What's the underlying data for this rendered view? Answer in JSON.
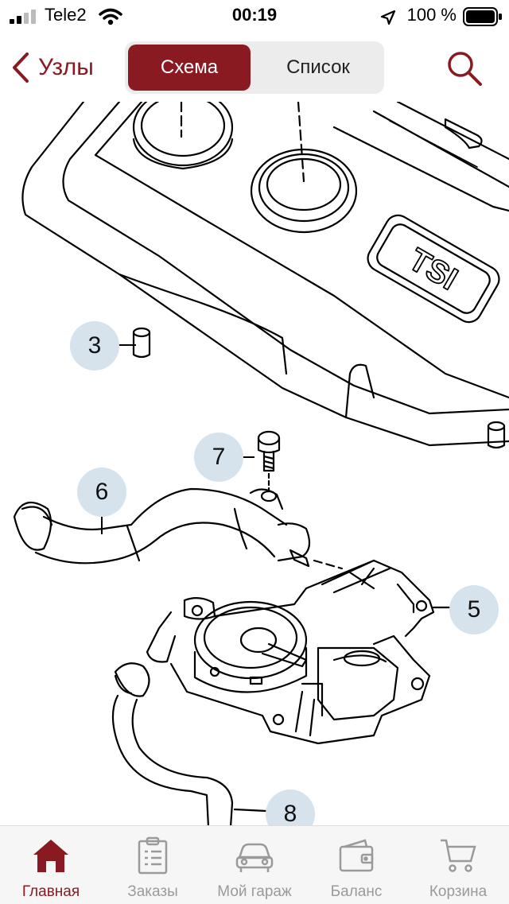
{
  "status_bar": {
    "carrier": "Tele2",
    "time": "00:19",
    "battery": "100 %"
  },
  "nav": {
    "back_label": "Узлы",
    "segments": [
      {
        "label": "Схема",
        "active": true
      },
      {
        "label": "Список",
        "active": false
      }
    ]
  },
  "diagram": {
    "emblem_text": "TSI",
    "callouts": [
      "3",
      "7",
      "6",
      "5",
      "8"
    ]
  },
  "tabbar": {
    "items": [
      {
        "label": "Главная",
        "icon": "home-icon",
        "active": true
      },
      {
        "label": "Заказы",
        "icon": "orders-icon",
        "active": false
      },
      {
        "label": "Мой гараж",
        "icon": "car-icon",
        "active": false
      },
      {
        "label": "Баланс",
        "icon": "wallet-icon",
        "active": false
      },
      {
        "label": "Корзина",
        "icon": "cart-icon",
        "active": false
      }
    ]
  },
  "colors": {
    "accent": "#8a1a22",
    "callout": "#d6e3ec",
    "inactive": "#9a9a9a"
  }
}
